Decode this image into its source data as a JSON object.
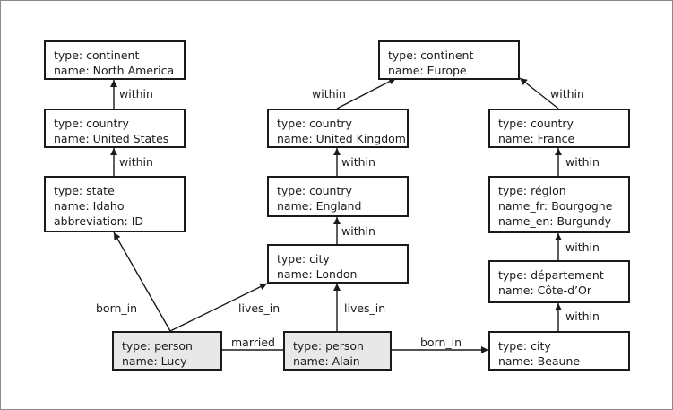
{
  "nodes": {
    "north_america": {
      "lines": [
        "type: continent",
        "name: North America"
      ]
    },
    "united_states": {
      "lines": [
        "type: country",
        "name: United States"
      ]
    },
    "idaho": {
      "lines": [
        "type: state",
        "name: Idaho",
        "abbreviation: ID"
      ]
    },
    "europe": {
      "lines": [
        "type: continent",
        "name: Europe"
      ]
    },
    "united_kingdom": {
      "lines": [
        "type: country",
        "name: United Kingdom"
      ]
    },
    "england": {
      "lines": [
        "type: country",
        "name: England"
      ]
    },
    "london": {
      "lines": [
        "type: city",
        "name: London"
      ]
    },
    "france": {
      "lines": [
        "type: country",
        "name: France"
      ]
    },
    "bourgogne": {
      "lines": [
        "type: région",
        "name_fr: Bourgogne",
        "name_en: Burgundy"
      ]
    },
    "cote_dor": {
      "lines": [
        "type: département",
        "name: Côte-d’Or"
      ]
    },
    "beaune": {
      "lines": [
        "type: city",
        "name: Beaune"
      ]
    },
    "lucy": {
      "lines": [
        "type: person",
        "name: Lucy"
      ]
    },
    "alain": {
      "lines": [
        "type: person",
        "name: Alain"
      ]
    }
  },
  "edges": {
    "us_within_na": "within",
    "idaho_within_us": "within",
    "uk_within_europe": "within",
    "england_within_uk": "within",
    "london_within_england": "within",
    "france_within_europe": "within",
    "bourgogne_within_france": "within",
    "cotedor_within_bourgogne": "within",
    "beaune_within_cotedor": "within",
    "lucy_born_in_idaho": "born_in",
    "lucy_lives_in_london": "lives_in",
    "alain_lives_in_london": "lives_in",
    "lucy_married_alain": "married",
    "alain_born_in_beaune": "born_in"
  },
  "colors": {
    "line": "#1a1a1a",
    "person_fill": "#e8e8e8",
    "frame": "#8a8a8a"
  }
}
